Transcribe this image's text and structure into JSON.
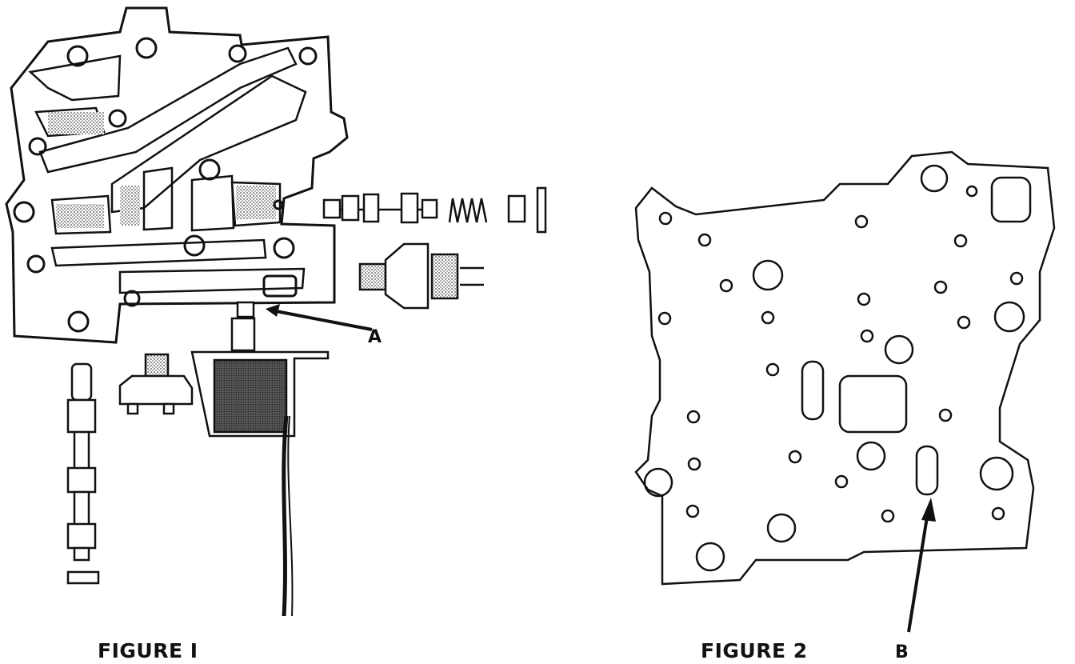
{
  "figures": [
    {
      "caption": "FIGURE I",
      "callout": "A"
    },
    {
      "caption": "FIGURE 2",
      "callout": "B"
    }
  ],
  "colors": {
    "ink": "#111111",
    "paper": "#ffffff",
    "shade": "#8a8a8a"
  }
}
